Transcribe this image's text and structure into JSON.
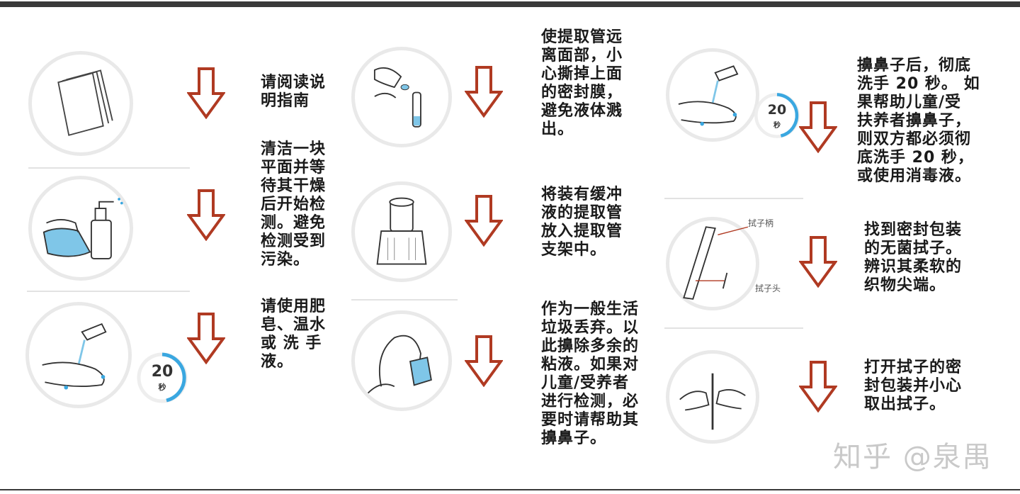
{
  "steps": {
    "read": "请阅读说\n明指南",
    "clean": "清洁一块\n平面并等\n待其干燥\n后开始检\n测。避免\n检测受到\n污染。",
    "wash": "请使用肥\n皂、温水\n或 洗 手\n液。",
    "peel": "使提取管远\n离面部，小\n心撕掉上面\n的密封膜，\n避免液体溅\n出。",
    "rack": "将装有缓冲\n液的提取管\n放入提取管\n支架中。",
    "blow": "作为一般生活\n垃圾丢弃。以\n此擤除多余的\n粘液。如果对\n儿童/受养者\n进行检测，必\n要时请帮助其\n擤鼻子。",
    "handwash2": "擤鼻子后，彻底\n洗手 20 秒。 如\n果帮助儿童/受\n扶养者擤鼻子，\n则双方都必须彻\n底洗手 20 秒，\n或使用消毒液。",
    "find_swab": "找到密封包装\n的无菌拭子。\n辨识其柔软的\n织物尖端。",
    "open_swab": "打开拭子的密\n封包装并小心\n取出拭子。"
  },
  "timer": {
    "seconds": "20",
    "unit": "秒"
  },
  "swab_labels": {
    "handle": "拭子柄",
    "tip": "拭子头"
  },
  "watermark": "知乎 @泉禺",
  "colors": {
    "arrow": "#b03a22",
    "timer_arc": "#3aa7e0",
    "line": "#3a3a3a"
  }
}
